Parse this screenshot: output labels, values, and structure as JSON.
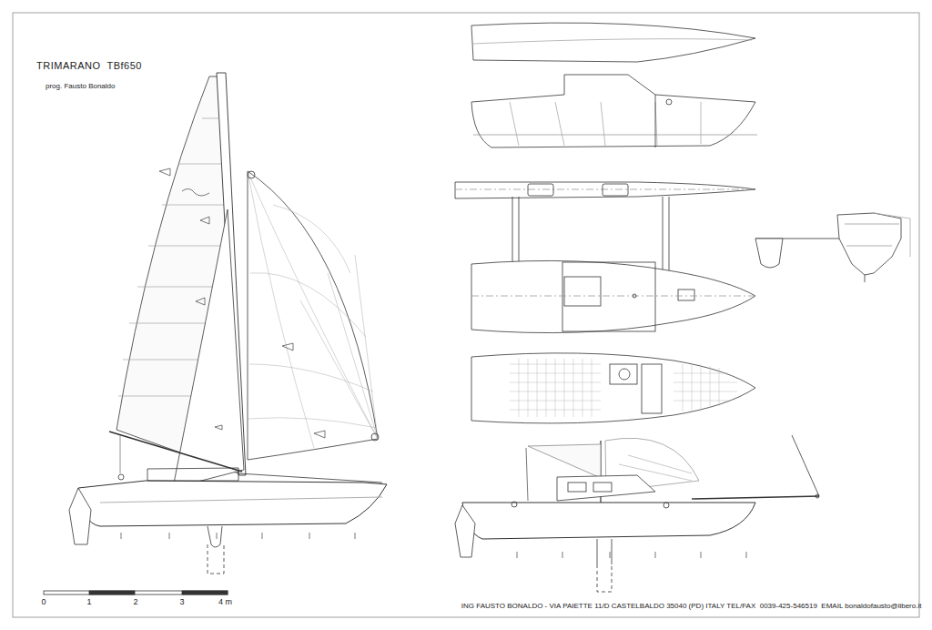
{
  "diagram": {
    "title": "TRIMARANO  TBf650",
    "labels": [
      "prog. Fausto Bonaldo",
      "0",
      "1",
      "2",
      "3",
      "4 m",
      "ING FAUSTO BONALDO - VIA PAIETTE 11/D CASTELBALDO 35040 (PD) ITALY TEL/FAX  0039-425-546519  EMAIL bonaldofausto@libero.it"
    ]
  }
}
